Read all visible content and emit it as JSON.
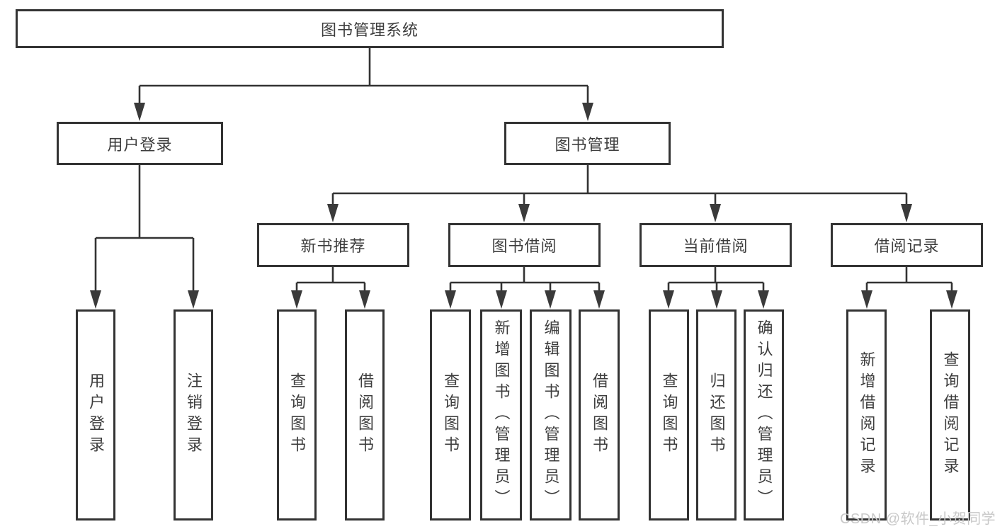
{
  "diagram": {
    "title": "图书管理系统",
    "level2": {
      "user_login": "用户登录",
      "book_management": "图书管理"
    },
    "level3": {
      "new_book": "新书推荐",
      "book_borrow": "图书借阅",
      "current_borrow": "当前借阅",
      "borrow_record": "借阅记录"
    },
    "leaves": {
      "user_login": [
        "用户登录",
        "注销登录"
      ],
      "new_book": [
        "查询图书",
        "借阅图书"
      ],
      "book_borrow": [
        "查询图书",
        "新增图书（管理员）",
        "编辑图书（管理员）",
        "借阅图书"
      ],
      "current_borrow": [
        "查询图书",
        "归还图书",
        "确认归还（管理员）"
      ],
      "borrow_record": [
        "新增借阅记录",
        "查询借阅记录"
      ]
    }
  },
  "watermark": "CSDN @软件_小贺同学",
  "colors": {
    "line": "#333333",
    "text": "#3d3d3d",
    "watermark": "#c8c8c8",
    "background": "#ffffff"
  }
}
